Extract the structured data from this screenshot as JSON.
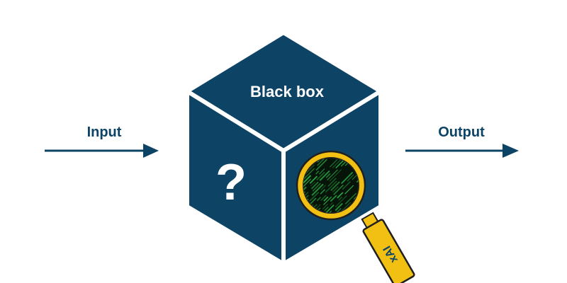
{
  "diagram": {
    "input_label": "Input",
    "output_label": "Output",
    "box_title": "Black box",
    "unknown_symbol": "?",
    "lens_handle_label": "xAI"
  },
  "colors": {
    "box_fill": "#0d4466",
    "box_edge": "#ffffff",
    "arrow": "#0d4466",
    "label_text": "#0d4466",
    "box_text": "#ffffff",
    "magnifier_rim": "#f2c012",
    "magnifier_rim_stroke": "#1f1f1f",
    "lens_background": "#06140a",
    "lens_code": "#2fbf4a",
    "handle_text": "#0d4466"
  },
  "icons": {
    "magnifier": "magnifying-glass-icon",
    "question": "question-mark-icon"
  }
}
